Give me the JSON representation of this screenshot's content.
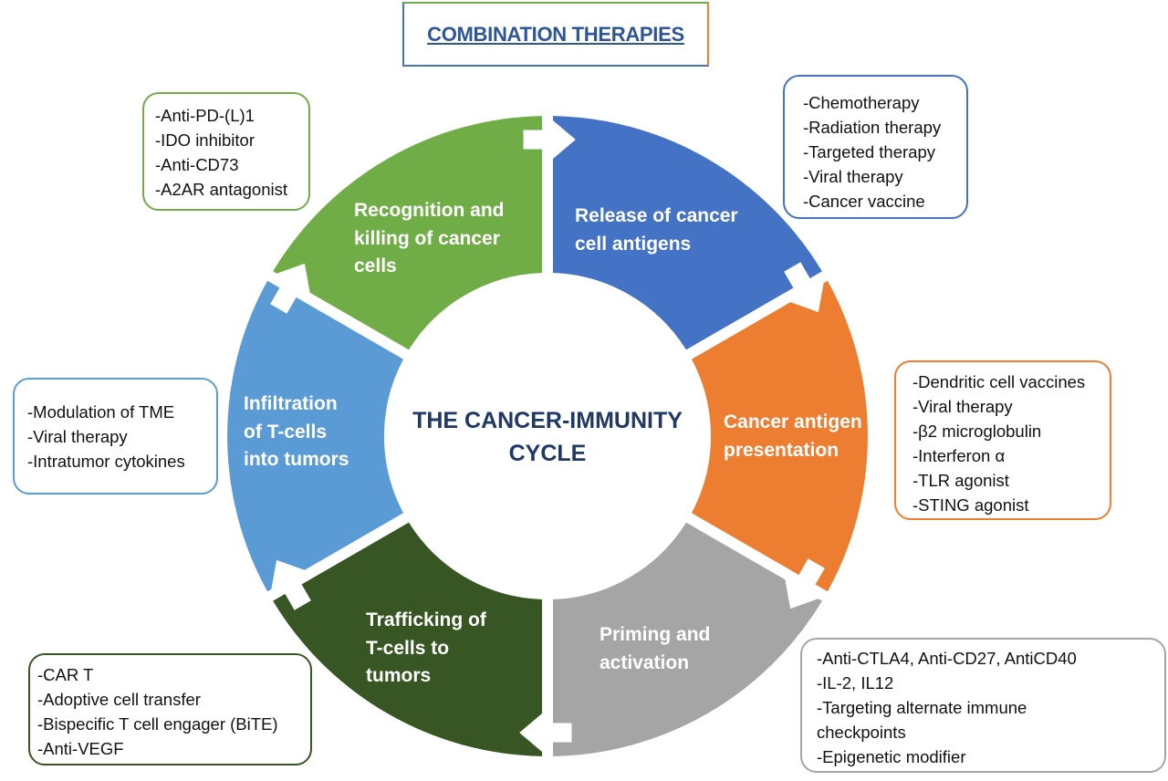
{
  "title": "COMBINATION THERAPIES",
  "center": [
    "THE CANCER-IMMUNITY",
    "CYCLE"
  ],
  "colors": {
    "release": "#4472c4",
    "antigen": "#ed7d31",
    "priming": "#a5a5a5",
    "trafficking": "#375623",
    "infiltration": "#5b9bd5",
    "recognition": "#70ad47",
    "title_text": "#2e5597",
    "center_text": "#1f3864"
  },
  "steps": [
    {
      "id": "release",
      "label": [
        "Release of cancer",
        "cell antigens"
      ],
      "therapies": [
        "-Chemotherapy",
        "-Radiation therapy",
        "-Targeted therapy",
        "-Viral therapy",
        "-Cancer vaccine"
      ]
    },
    {
      "id": "antigen",
      "label": [
        "Cancer antigen",
        "presentation"
      ],
      "therapies": [
        "-Dendritic cell vaccines",
        "-Viral therapy",
        "-β2 microglobulin",
        "-Interferon α",
        "-TLR agonist",
        "-STING agonist"
      ]
    },
    {
      "id": "priming",
      "label": [
        "Priming and",
        "activation"
      ],
      "therapies": [
        "-Anti-CTLA4, Anti-CD27, AntiCD40",
        "-IL-2, IL12",
        "-Targeting alternate immune",
        "checkpoints",
        "-Epigenetic modifier"
      ]
    },
    {
      "id": "trafficking",
      "label": [
        "Trafficking of",
        "T-cells to",
        "tumors"
      ],
      "therapies": [
        "-CAR T",
        "-Adoptive cell transfer",
        "-Bispecific T cell engager (BiTE)",
        "-Anti-VEGF"
      ]
    },
    {
      "id": "infiltration",
      "label": [
        "Infiltration",
        "of T-cells",
        "into tumors"
      ],
      "therapies": [
        "-Modulation of TME",
        "-Viral therapy",
        "-Intratumor cytokines"
      ]
    },
    {
      "id": "recognition",
      "label": [
        "Recognition and",
        "killing of cancer",
        "cells"
      ],
      "therapies": [
        "-Anti-PD-(L)1",
        "-IDO inhibitor",
        "-Anti-CD73",
        "-A2AR antagonist"
      ]
    }
  ]
}
